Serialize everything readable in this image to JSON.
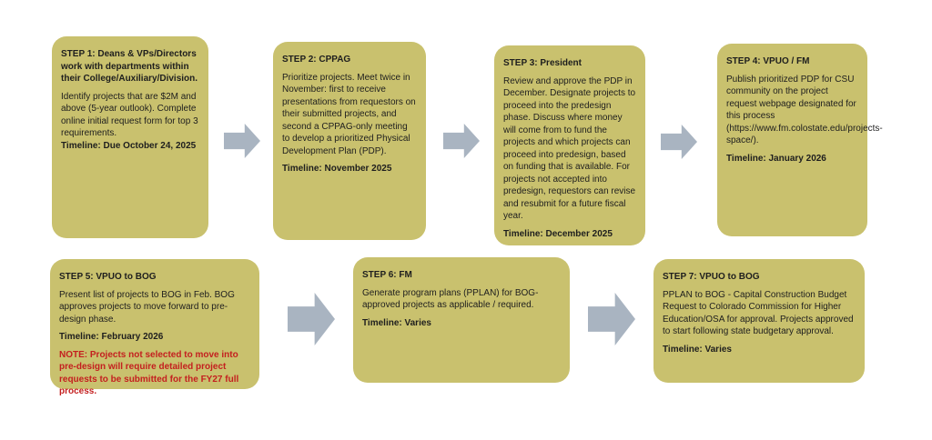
{
  "colors": {
    "box_fill": "#c9c16e",
    "arrow_fill": "#a9b4c1",
    "text": "#1e1e1e",
    "note_red": "#c41f1f",
    "background": "#ffffff"
  },
  "steps": [
    {
      "title": "STEP 1: Deans & VPs/Directors work with departments within their College/Auxiliary/Division.",
      "body": "Identify projects that are $2M and above (5-year outlook). Complete online initial request form for top 3 requirements.",
      "timeline": "Timeline: Due October 24, 2025"
    },
    {
      "title": "STEP 2: CPPAG",
      "body": "Prioritize projects. Meet twice in November: first to receive presentations from requestors on their submitted projects, and second a CPPAG-only meeting to develop a prioritized Physical Development Plan (PDP).",
      "timeline": "Timeline: November 2025"
    },
    {
      "title": "STEP 3: President",
      "body": "Review and approve the PDP in December. Designate projects to proceed into the predesign phase. Discuss where money will come from to fund the projects and which projects can proceed into predesign, based on funding that is available. For projects not accepted into predesign, requestors can revise and resubmit for a future fiscal year.",
      "timeline": "Timeline: December 2025"
    },
    {
      "title": "STEP 4: VPUO / FM",
      "body": "Publish prioritized PDP for CSU community on the project request webpage designated for this process (https://www.fm.colostate.edu/projects-space/).",
      "timeline": "Timeline: January 2026"
    },
    {
      "title": "STEP 5: VPUO to BOG",
      "body": "Present list of projects to BOG in Feb. BOG approves projects to move forward to pre-design phase.",
      "timeline": "Timeline: February 2026",
      "note": "NOTE: Projects not selected to move into pre-design will require detailed project requests to be submitted for the FY27 full process."
    },
    {
      "title": "STEP 6: FM",
      "body": "Generate program plans (PPLAN) for BOG-approved projects as applicable / required.",
      "timeline": "Timeline: Varies"
    },
    {
      "title": "STEP 7: VPUO to BOG",
      "body": "PPLAN to BOG - Capital Construction Budget Request to Colorado Commission for Higher Education/OSA for approval. Projects approved to start following state budgetary approval.",
      "timeline": "Timeline: Varies"
    }
  ]
}
